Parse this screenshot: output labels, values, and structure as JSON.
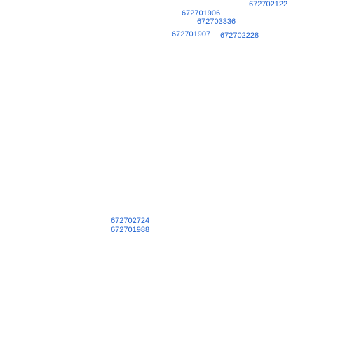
{
  "map": {
    "label_color": "#1a5fd0",
    "labels": [
      "672702122",
      "672701906",
      "672703336",
      "672701907",
      "672702228",
      "672702724",
      "672701988"
    ]
  }
}
